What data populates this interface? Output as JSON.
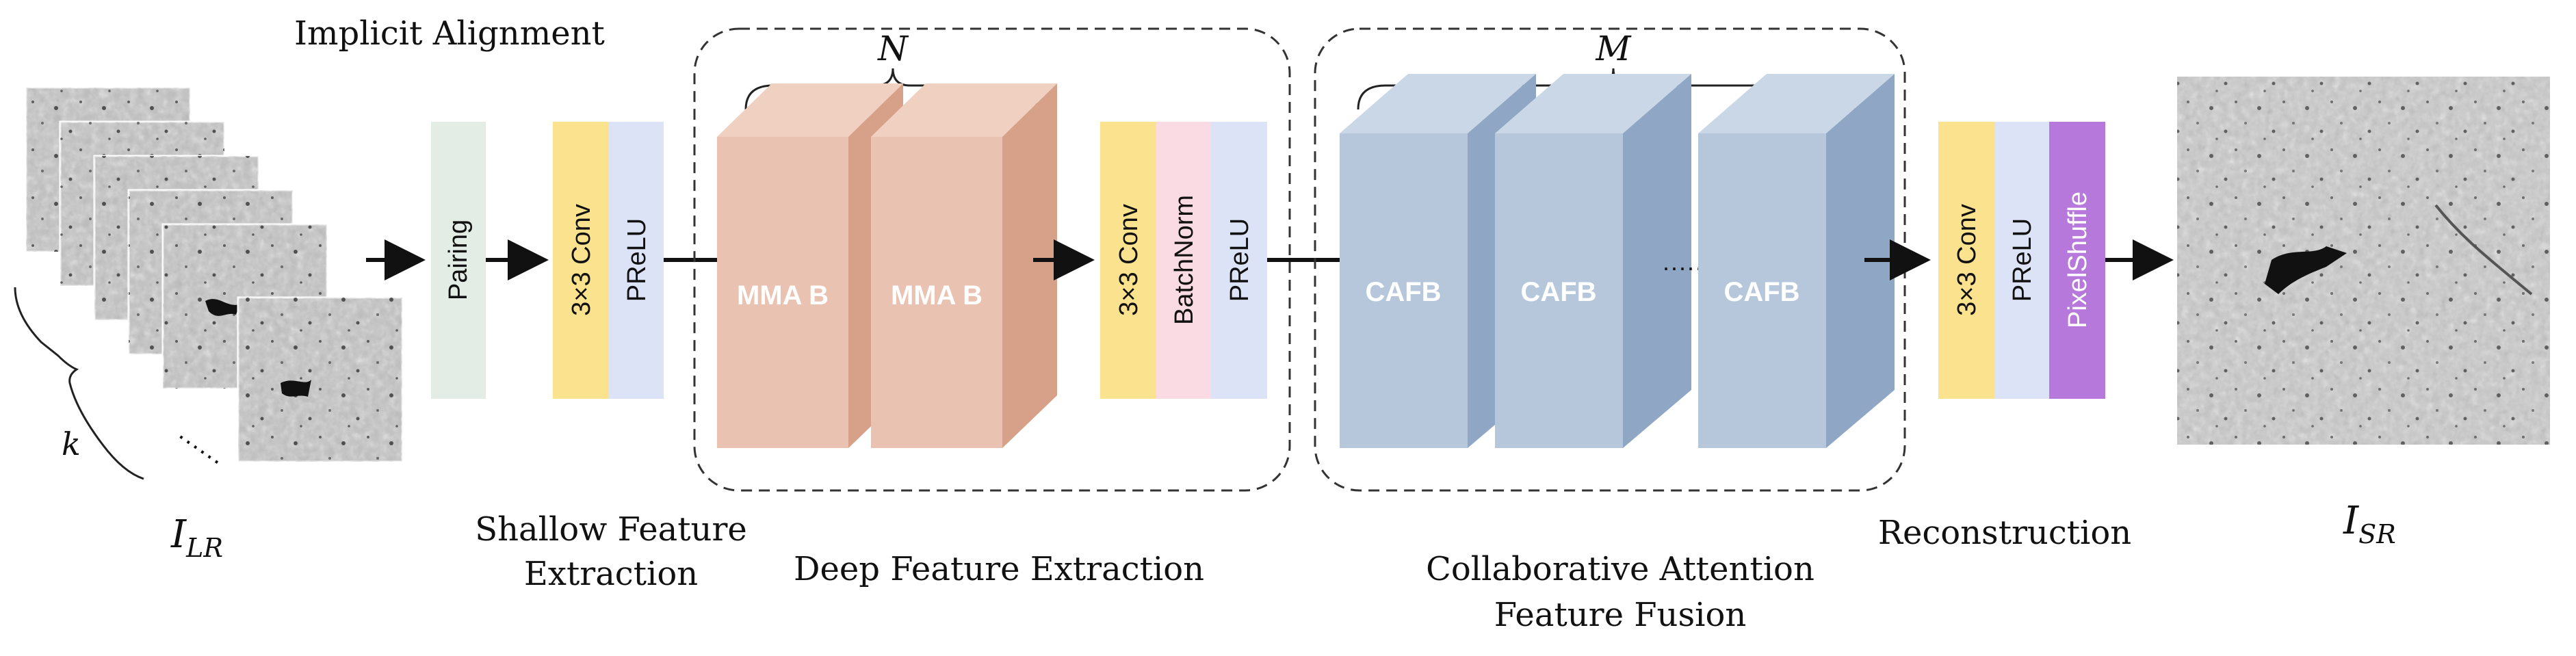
{
  "section_labels": {
    "implicit_alignment": "Implicit Alignment",
    "shallow_line1": "Shallow Feature",
    "shallow_line2": "Extraction",
    "deep": "Deep Feature Extraction",
    "collab_line1": "Collaborative Attention",
    "collab_line2": "Feature Fusion",
    "reconstruction": "Reconstruction"
  },
  "input": {
    "symbol": "I",
    "subscript": "LR",
    "stack_label": "k",
    "ellipsis": "......"
  },
  "output": {
    "symbol": "I",
    "subscript": "SR"
  },
  "blocks": {
    "pairing": "Pairing",
    "conv1": "3×3 Conv",
    "prelu1": "PReLU",
    "mmab1": "MMA B",
    "mmab2": "MMA B",
    "conv2": "3×3 Conv",
    "batchnorm": "BatchNorm",
    "prelu2": "PReLU",
    "cafb1": "CAFB",
    "cafb2": "CAFB",
    "cafb_dots": "......",
    "cafb3": "CAFB",
    "conv3": "3×3 Conv",
    "prelu3": "PReLU",
    "pixelshuffle": "PixelShuffle"
  },
  "repeat_labels": {
    "deep": "N",
    "collab": "M"
  },
  "colors": {
    "pairing": "#e3ede6",
    "conv": "#fbe28e",
    "prelu": "#dde3f6",
    "batchnorm": "#fadbe3",
    "pixelshuffle": "#b778dc",
    "mmab_front": "#e9c2b1",
    "mmab_side": "#d7a088",
    "cafb_front": "#b6c7db",
    "cafb_side": "#8fa7c4"
  }
}
